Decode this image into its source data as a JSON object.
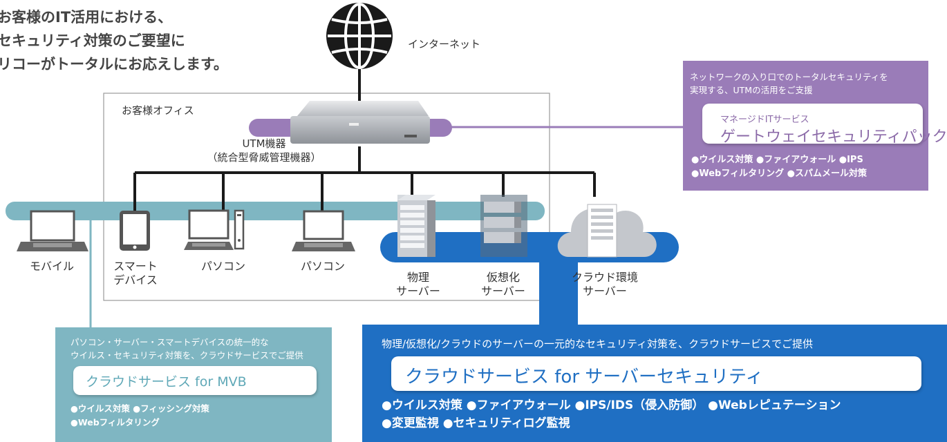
{
  "headline": {
    "line1": "お客様のIT活用における、",
    "line2": "セキュリティ対策のご要望に",
    "line3": "リコーがトータルにお応えします。"
  },
  "internet_label": "インターネット",
  "office_label": "お客様オフィス",
  "utm": {
    "line1": "UTM機器",
    "line2": "（統合型脅威管理機器）"
  },
  "devices": {
    "mobile": "モバイル",
    "smart_line1": "スマート",
    "smart_line2": "デバイス",
    "pc1": "パソコン",
    "pc2": "パソコン",
    "physical_line1": "物理",
    "physical_line2": "サーバー",
    "virtual_line1": "仮想化",
    "virtual_line2": "サーバー",
    "cloud_line1": "クラウド環境",
    "cloud_line2": "サーバー"
  },
  "gateway_panel": {
    "desc_line1": "ネットワークの入り口でのトータルセキュリティを",
    "desc_line2": "実現する、UTMの活用をご支援",
    "subtitle": "マネージドITサービス",
    "title": "ゲートウェイセキュリティパック",
    "features_line1": "●ウイルス対策 ●ファイアウォール ●IPS",
    "features_line2": "●Webフィルタリング ●スパムメール対策"
  },
  "mvb_panel": {
    "desc_line1": "パソコン・サーバー・スマートデバイスの統一的な",
    "desc_line2": "ウイルス・セキュリティ対策を、クラウドサービスでご提供",
    "title": "クラウドサービス for MVB",
    "features_line1": "●ウイルス対策 ●フィッシング対策",
    "features_line2": "●Webフィルタリング"
  },
  "server_panel": {
    "desc": "物理/仮想化/クラウドのサーバーの一元的なセキュリティ対策を、クラウドサービスでご提供",
    "title": "クラウドサービス for サーバーセキュリティ",
    "features_line1": "●ウイルス対策 ●ファイアウォール ●IPS/IDS（侵入防御） ●Webレピュテーション",
    "features_line2": "●変更監視 ●セキュリティログ監視"
  },
  "colors": {
    "purple": "#9a7cb8",
    "teal": "#7fb6c2",
    "blue": "#1f6fc3",
    "network": "#1a1a1a"
  }
}
